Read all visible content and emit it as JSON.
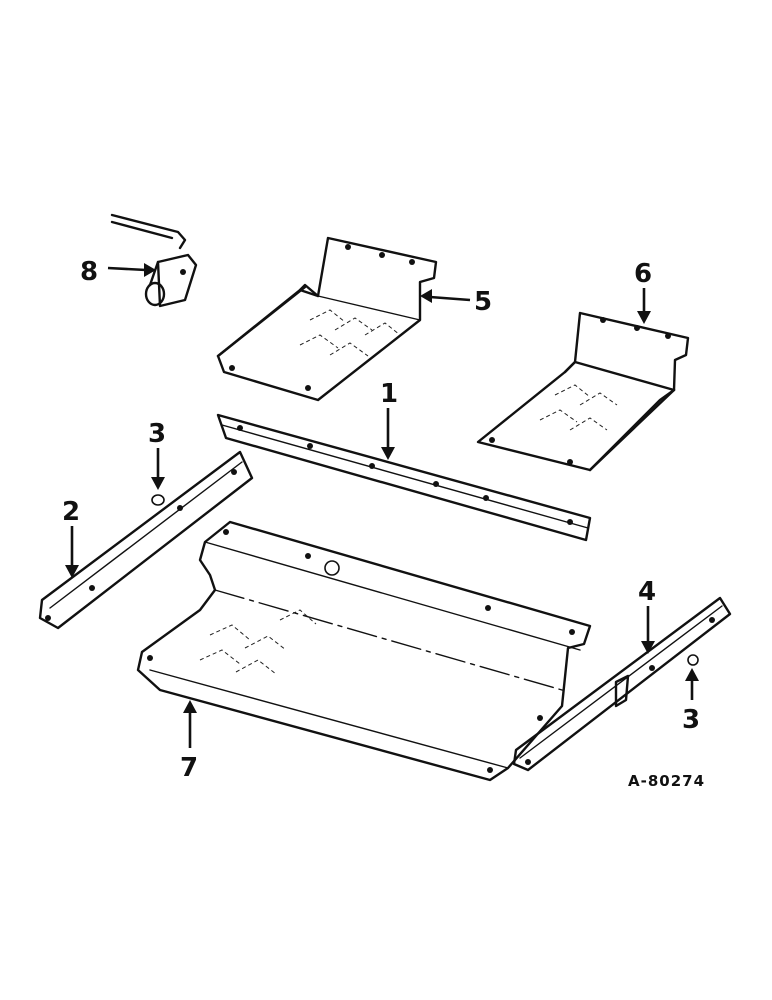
{
  "diagram": {
    "drawing_number": "A-80274",
    "callouts": {
      "c1": "1",
      "c2": "2",
      "c3a": "3",
      "c3b": "3",
      "c4": "4",
      "c5": "5",
      "c6": "6",
      "c7": "7",
      "c8": "8"
    }
  }
}
